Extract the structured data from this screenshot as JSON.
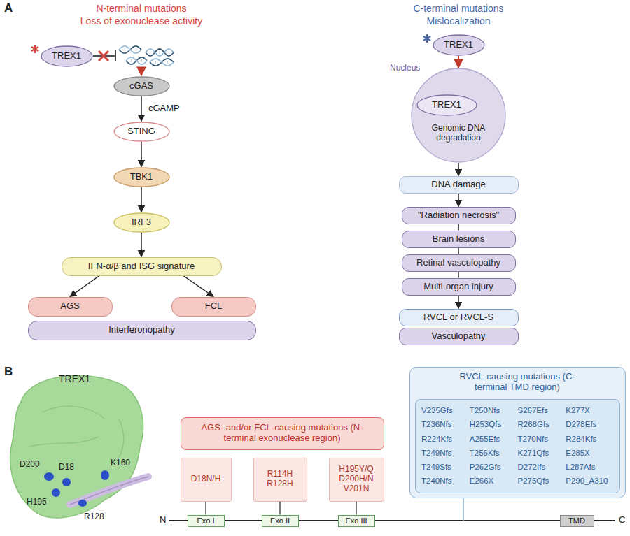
{
  "diagram": {
    "nodes": [
      {
        "text": [
          "TREX1"
        ]
      },
      {
        "text": [
          "cGAS"
        ]
      },
      {
        "text": [
          "STING"
        ]
      },
      {
        "text": [
          "TBK1"
        ]
      },
      {
        "text": [
          "IRF3"
        ]
      },
      {
        "text": [
          "IFN-α/β and ISG signature"
        ]
      },
      {
        "text": [
          "AGS"
        ]
      },
      {
        "text": [
          "FCL"
        ]
      },
      {
        "text": [
          "Interferonopathy"
        ]
      },
      {
        "text": [
          "TREX1"
        ]
      },
      {
        "text": [
          "Nucleus",
          "Genomic DNA degradation"
        ]
      },
      {
        "text": [
          "TREX1"
        ],
        "in": 10
      },
      {
        "text": [
          "DNA damage"
        ]
      },
      {
        "text": [
          "\"Radiation necrosis\""
        ]
      },
      {
        "text": [
          "Brain lesions"
        ]
      },
      {
        "text": [
          "Retinal vasculopathy"
        ]
      },
      {
        "text": [
          "Multi-organ injury"
        ]
      },
      {
        "text": [
          "RVCL or RVCL-S"
        ]
      },
      {
        "text": [
          "Vasculopathy"
        ]
      },
      {
        "text": [
          "AGS- and/or FCL-causing mutations (N-terminal exonuclease region)"
        ]
      },
      {
        "text": [
          "D18N/H"
        ]
      },
      {
        "text": [
          "R114H R128H"
        ]
      },
      {
        "text": [
          "H195Y/Q D200H/N V201N"
        ]
      },
      {
        "text": [
          "RVCL-causing mutations (C-terminal TMD region)"
        ]
      },
      {
        "text": [
          "V235Gfs",
          "T236Nfs",
          "R224Kfs",
          "T249Nfs",
          "T249Sfs",
          "T240Nfs",
          "T250Nfs",
          "H253Qfs",
          "A255Efs",
          "T256Kfs",
          "P262Gfs",
          "E266X",
          "S267Efs",
          "R268Gfs",
          "T270Nfs",
          "K271Qfs",
          "D272Ifs",
          "P275Qfs",
          "K277X",
          "D278Efs",
          "R284Kfs",
          "E285X",
          "L287Afs",
          "P290_A310"
        ],
        "in": 23
      },
      {
        "text": [
          "Exo I"
        ]
      },
      {
        "text": [
          "Exo II"
        ]
      },
      {
        "text": [
          "Exo III"
        ]
      },
      {
        "text": [
          "TMD"
        ]
      }
    ],
    "edges": [
      {
        "from": 1,
        "to": 2,
        "arrow": "to",
        "label": "cGAMP"
      },
      {
        "from": 2,
        "to": 3,
        "arrow": "to"
      },
      {
        "from": 3,
        "to": 4,
        "arrow": "to"
      },
      {
        "from": 4,
        "to": 5,
        "arrow": "to"
      },
      {
        "from": 5,
        "to": 6,
        "arrow": "to"
      },
      {
        "from": 5,
        "to": 7,
        "arrow": "to"
      },
      {
        "from": 9,
        "to": 10,
        "arrow": "to"
      },
      {
        "from": 10,
        "to": 12,
        "arrow": "to"
      },
      {
        "from": 12,
        "to": 13,
        "arrow": "to"
      },
      {
        "from": 13,
        "to": 14,
        "arrow": "none"
      },
      {
        "from": 14,
        "to": 15,
        "arrow": "none"
      },
      {
        "from": 15,
        "to": 16,
        "arrow": "none"
      },
      {
        "from": 16,
        "to": 17,
        "arrow": "to"
      },
      {
        "from": 20,
        "to": 25,
        "arrow": "none"
      },
      {
        "from": 21,
        "to": 26,
        "arrow": "none"
      },
      {
        "from": 22,
        "to": 27,
        "arrow": "none"
      }
    ],
    "labels": [
      "A",
      "N-terminal mutations",
      "Loss of exonuclease activity",
      "C-terminal mutations",
      "Mislocalization",
      "B",
      "TREX1",
      "D200",
      "D18",
      "K160",
      "H195",
      "R128",
      "N",
      "C"
    ]
  }
}
